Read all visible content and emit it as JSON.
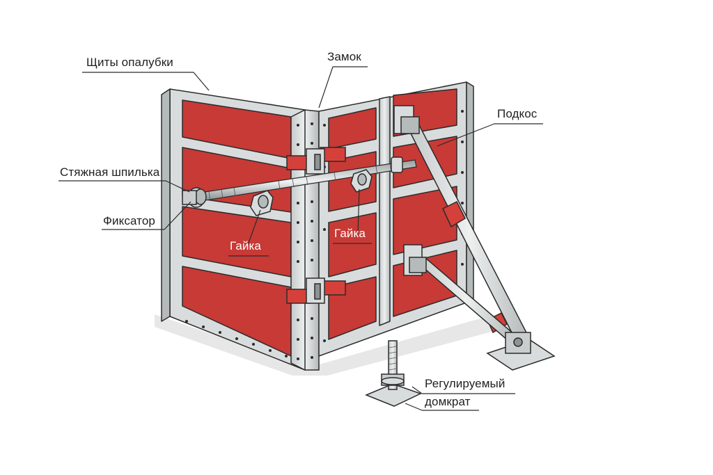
{
  "labels": {
    "formwork_panels": "Щиты опалубки",
    "lock": "Замок",
    "brace": "Подкос",
    "tie_rod": "Стяжная шпилька",
    "clamp": "Фиксатор",
    "nut_left": "Гайка",
    "nut_right": "Гайка",
    "jack_line1": "Регулируемый",
    "jack_line2": "домкрат"
  },
  "colors": {
    "panel_red": "#c73a36",
    "steel_frame": "#d9dcdc",
    "steel_dark": "#8e9394",
    "outline": "#2b2b2b",
    "accent_red": "#d6403a"
  }
}
